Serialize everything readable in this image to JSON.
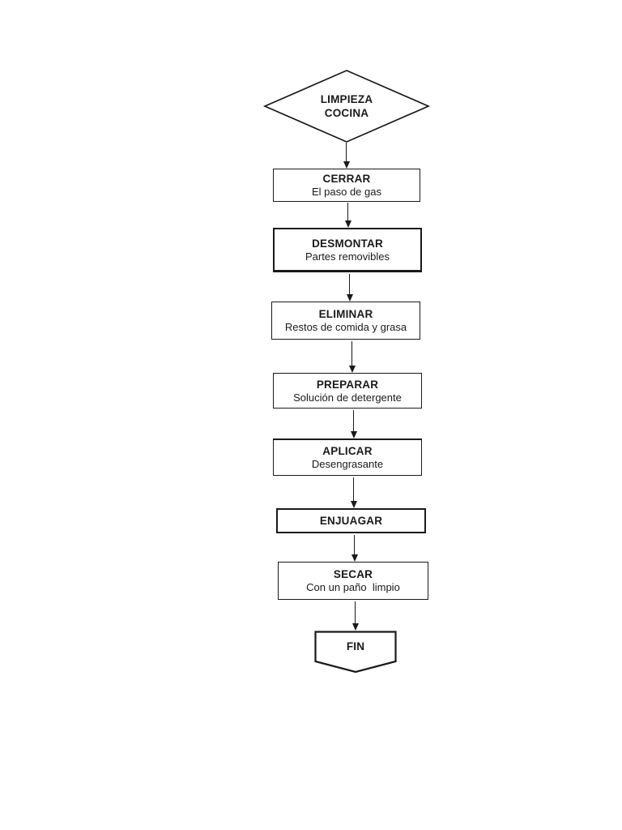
{
  "flowchart": {
    "colors": {
      "stroke": "#1a1a1a",
      "fill": "#ffffff",
      "text": "#1a1a1a"
    },
    "start": {
      "shape": "diamond",
      "lines": [
        "LIMPIEZA",
        "COCINA"
      ]
    },
    "steps": [
      {
        "title": "CERRAR",
        "subtitle": "El paso de gas"
      },
      {
        "title": "DESMONTAR",
        "subtitle": "Partes removibles"
      },
      {
        "title": "ELIMINAR",
        "subtitle": "Restos de comida y grasa"
      },
      {
        "title": "PREPARAR",
        "subtitle": "Solución de detergente"
      },
      {
        "title": "APLICAR",
        "subtitle": "Desengrasante"
      },
      {
        "title": "ENJUAGAR",
        "subtitle": ""
      },
      {
        "title": "SECAR",
        "subtitle": "Con un paño  limpio"
      }
    ],
    "end": {
      "shape": "pentagon-down",
      "label": "FIN"
    }
  }
}
